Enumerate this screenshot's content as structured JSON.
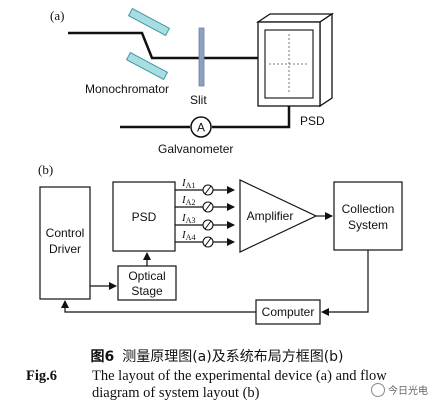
{
  "panel_a": {
    "label": "(a)",
    "monochromator": "Monochromator",
    "slit": "Slit",
    "psd": "PSD",
    "galvanometer": "Galvanometer",
    "galvanometer_symbol": "A"
  },
  "panel_b": {
    "label": "(b)",
    "control_driver_l1": "Control",
    "control_driver_l2": "Driver",
    "psd": "PSD",
    "optical_stage_l1": "Optical",
    "optical_stage_l2": "Stage",
    "currents": [
      "A1",
      "A2",
      "A3",
      "A4"
    ],
    "current_prefix": "I",
    "amplifier": "Amplifier",
    "collection_l1": "Collection",
    "collection_l2": "System",
    "computer": "Computer"
  },
  "caption": {
    "cn_label": "图6",
    "cn_text": "测量原理图(a)及系统布局方框图(b)",
    "en_label": "Fig.6",
    "en_line1": "The layout of the experimental device (a) and flow",
    "en_line2": "diagram of system layout (b)"
  },
  "watermark": "今日光电"
}
